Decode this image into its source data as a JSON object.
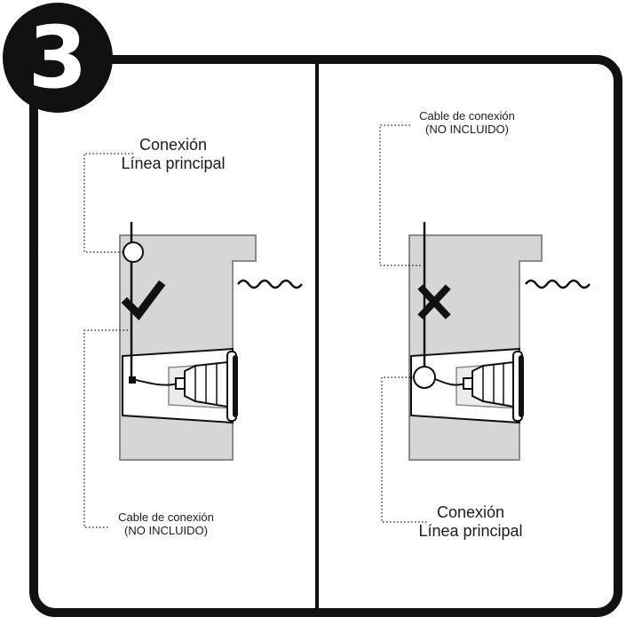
{
  "step": {
    "number": "3"
  },
  "left_panel": {
    "status": "correct",
    "top_label": {
      "line1": "Conexión",
      "line2": "Línea principal"
    },
    "bottom_label": {
      "line1": "Cable de conexión",
      "line2": "(NO INCLUIDO)"
    }
  },
  "right_panel": {
    "status": "incorrect",
    "top_label": {
      "line1": "Cable de conexión",
      "line2": "(NO INCLUIDO)"
    },
    "bottom_label": {
      "line1": "Conexión",
      "line2": "Línea principal"
    }
  },
  "icons": [
    "checkmark-icon",
    "cross-icon",
    "water-wave-icon",
    "pool-light-icon"
  ],
  "colors": {
    "outline": "#111111",
    "wall": "#d6d6d6",
    "wall_edge": "#8a8a8a",
    "background": "#ffffff"
  }
}
